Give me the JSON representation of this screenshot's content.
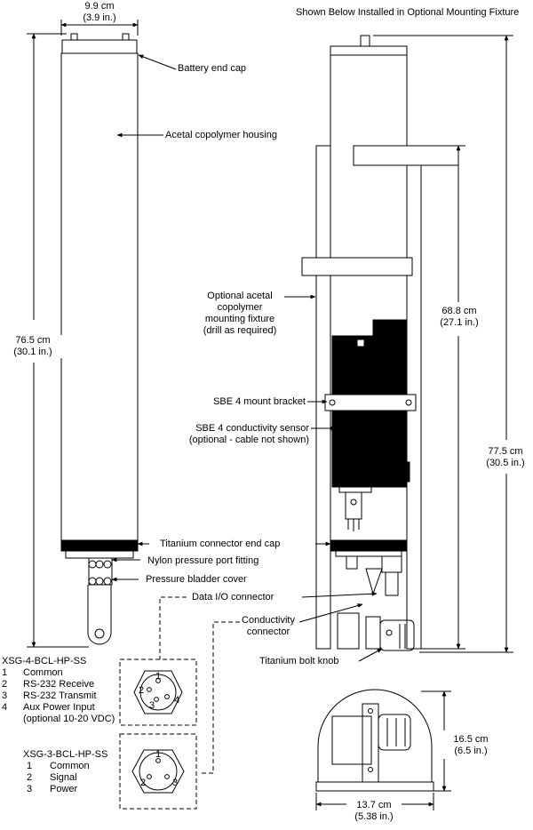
{
  "header": "Shown Below Installed in Optional Mounting Fixture",
  "dimensions": {
    "width_cm": "9.9 cm",
    "width_in": "(3.9 in.)",
    "height_cm": "76.5 cm",
    "height_in": "(30.1 in.)",
    "fixture_height_cm": "68.8 cm",
    "fixture_height_in": "(27.1 in.)",
    "total_height_cm": "77.5 cm",
    "total_height_in": "(30.5 in.)",
    "base_height_cm": "16.5 cm",
    "base_height_in": "(6.5 in.)",
    "base_width_cm": "13.7 cm",
    "base_width_in": "(5.38 in.)"
  },
  "callouts": {
    "battery_cap": "Battery end cap",
    "housing": "Acetal copolymer housing",
    "fixture": [
      "Optional acetal",
      "copolymer",
      "mounting fixture",
      "(drill as required)"
    ],
    "mount_bracket": "SBE 4 mount bracket",
    "sensor": [
      "SBE 4 conductivity sensor",
      "(optional - cable not shown)"
    ],
    "ti_cap": "Titanium connector end cap",
    "nylon": "Nylon pressure port fitting",
    "bladder": "Pressure bladder cover",
    "data_io": "Data I/O connector",
    "conductivity": [
      "Conductivity",
      "connector"
    ],
    "bolt_knob": "Titanium bolt knob"
  },
  "connector4": {
    "title": "XSG-4-BCL-HP-SS",
    "pins": [
      {
        "num": "1",
        "label": "Common"
      },
      {
        "num": "2",
        "label": "RS-232 Receive"
      },
      {
        "num": "3",
        "label": "RS-232 Transmit"
      },
      {
        "num": "4",
        "label": "Aux Power Input"
      }
    ],
    "note": "(optional 10-20 VDC)",
    "face_pins": [
      "1",
      "2",
      "3",
      "4"
    ]
  },
  "connector3": {
    "title": "XSG-3-BCL-HP-SS",
    "pins": [
      {
        "num": "1",
        "label": "Common"
      },
      {
        "num": "2",
        "label": "Signal"
      },
      {
        "num": "3",
        "label": "Power"
      }
    ],
    "face_pins": [
      "1",
      "2",
      "3"
    ]
  }
}
